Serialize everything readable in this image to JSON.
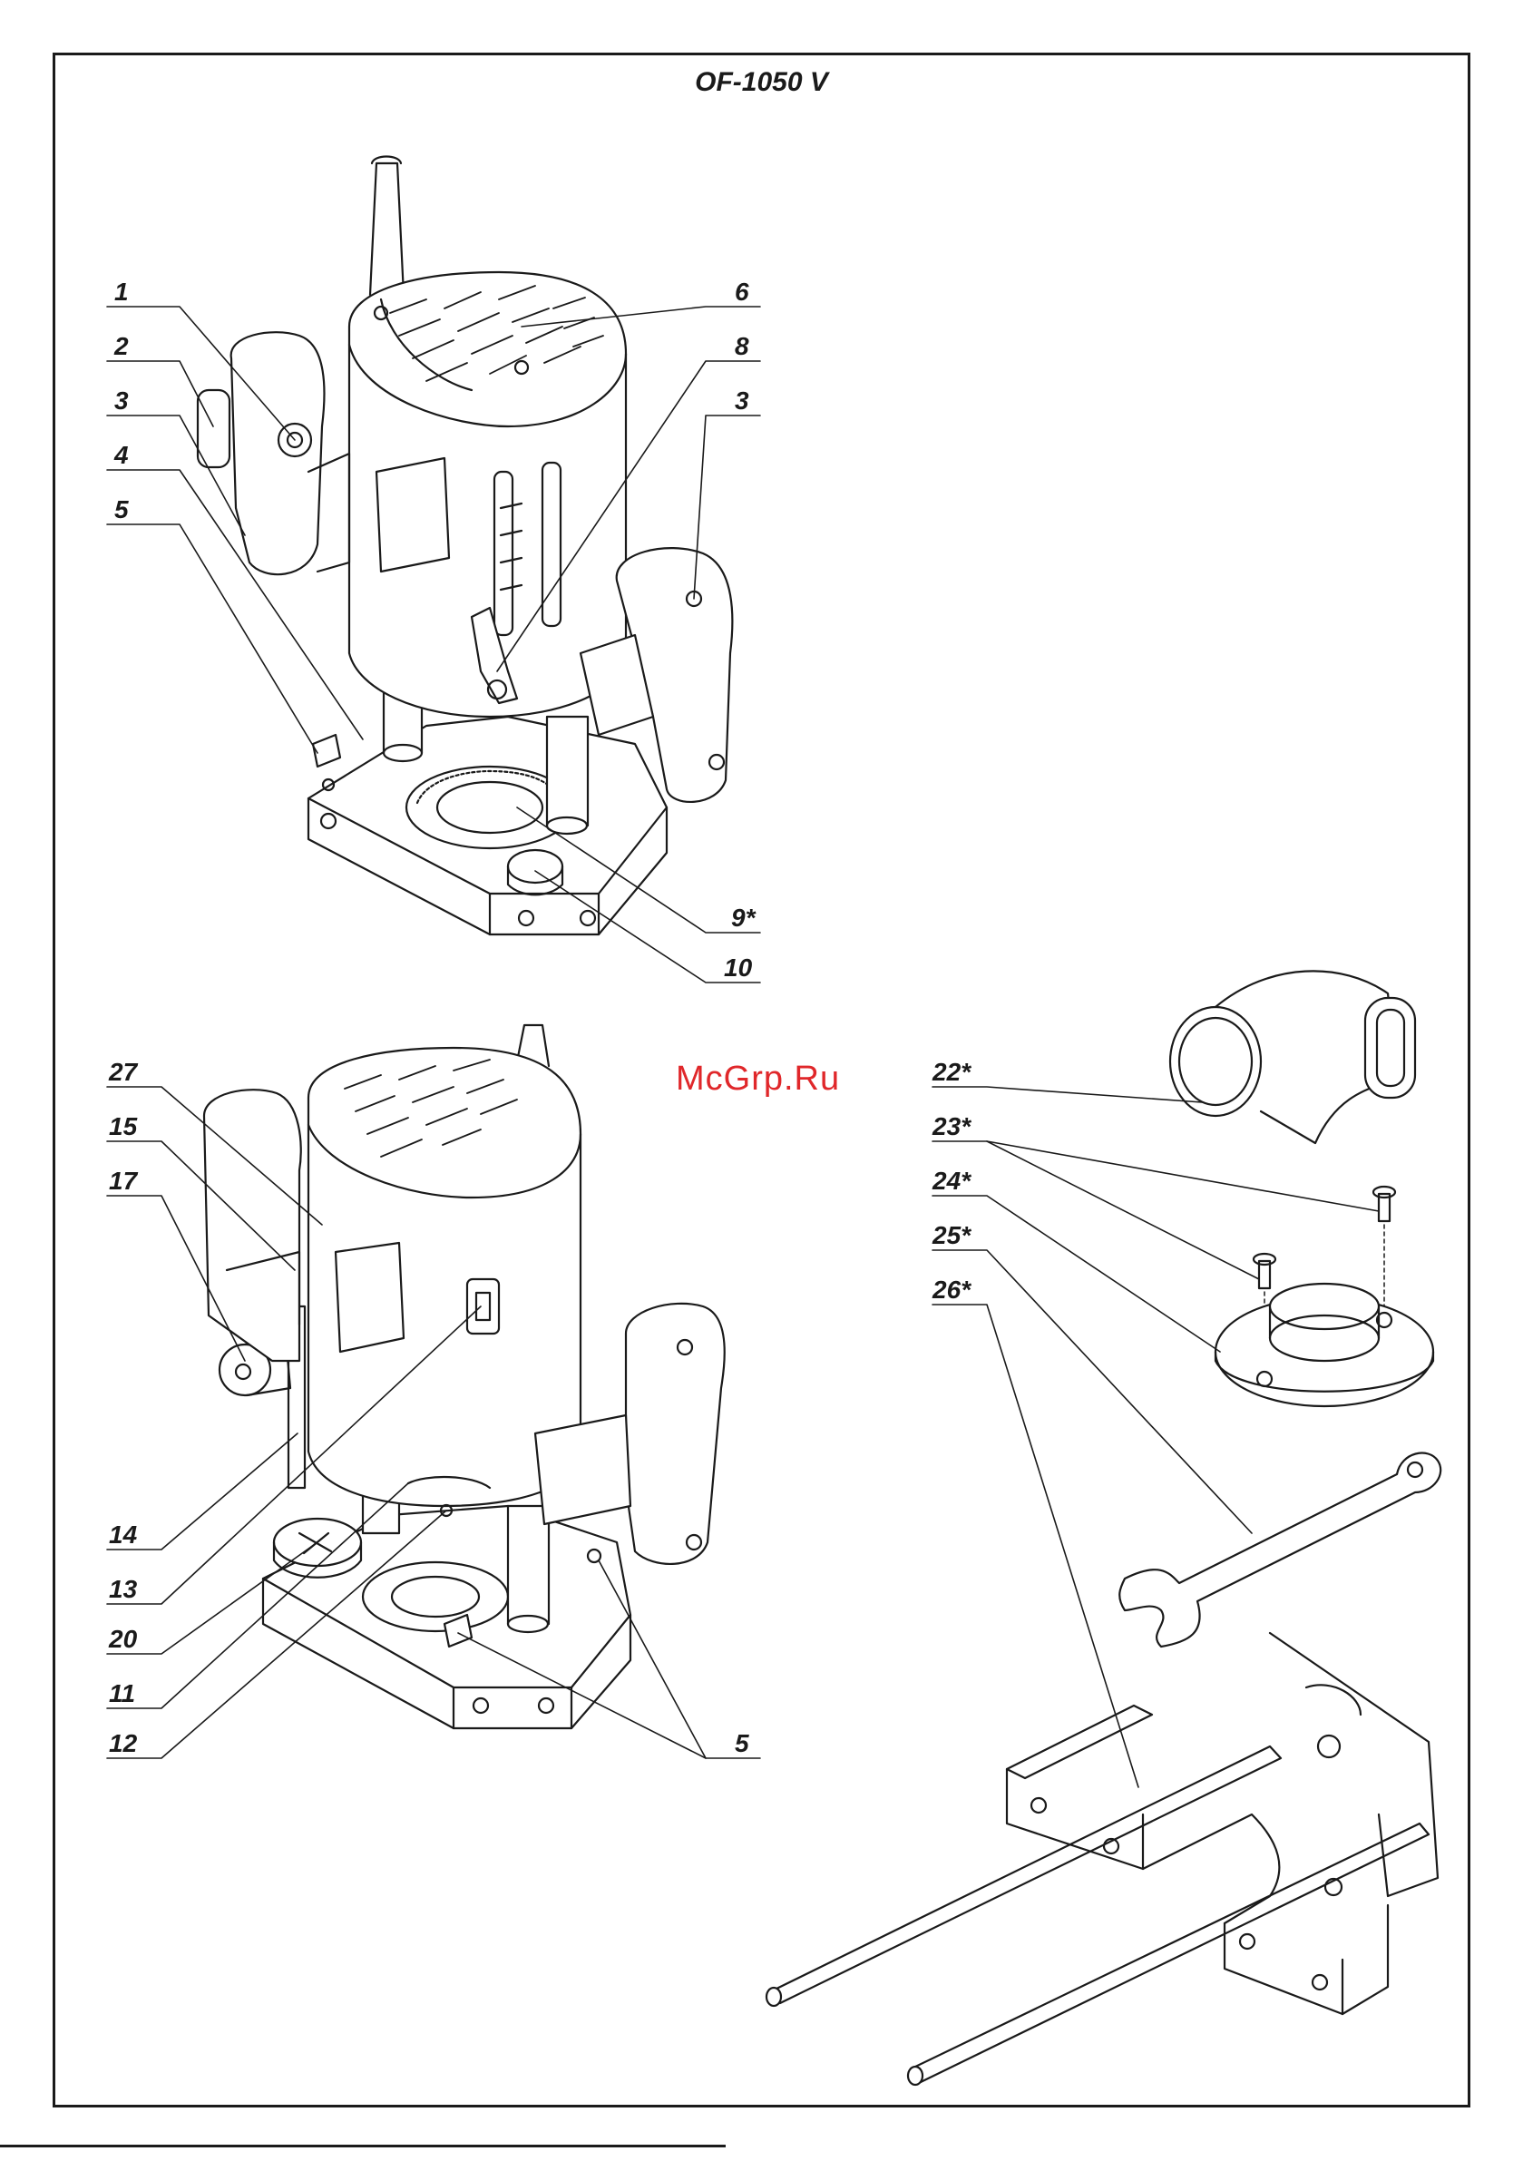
{
  "title": "OF-1050 V",
  "watermark": "McGrp.Ru",
  "colors": {
    "ink": "#1a1a1a",
    "watermark": "#e0272a"
  },
  "labels": {
    "top": [
      "1",
      "2",
      "3",
      "4",
      "5",
      "6",
      "8",
      "3",
      "9*",
      "10"
    ],
    "bottom": [
      "27",
      "15",
      "17",
      "14",
      "13",
      "20",
      "11",
      "12",
      "5"
    ],
    "accessories": [
      "22*",
      "23*",
      "24*",
      "25*",
      "26*"
    ]
  }
}
